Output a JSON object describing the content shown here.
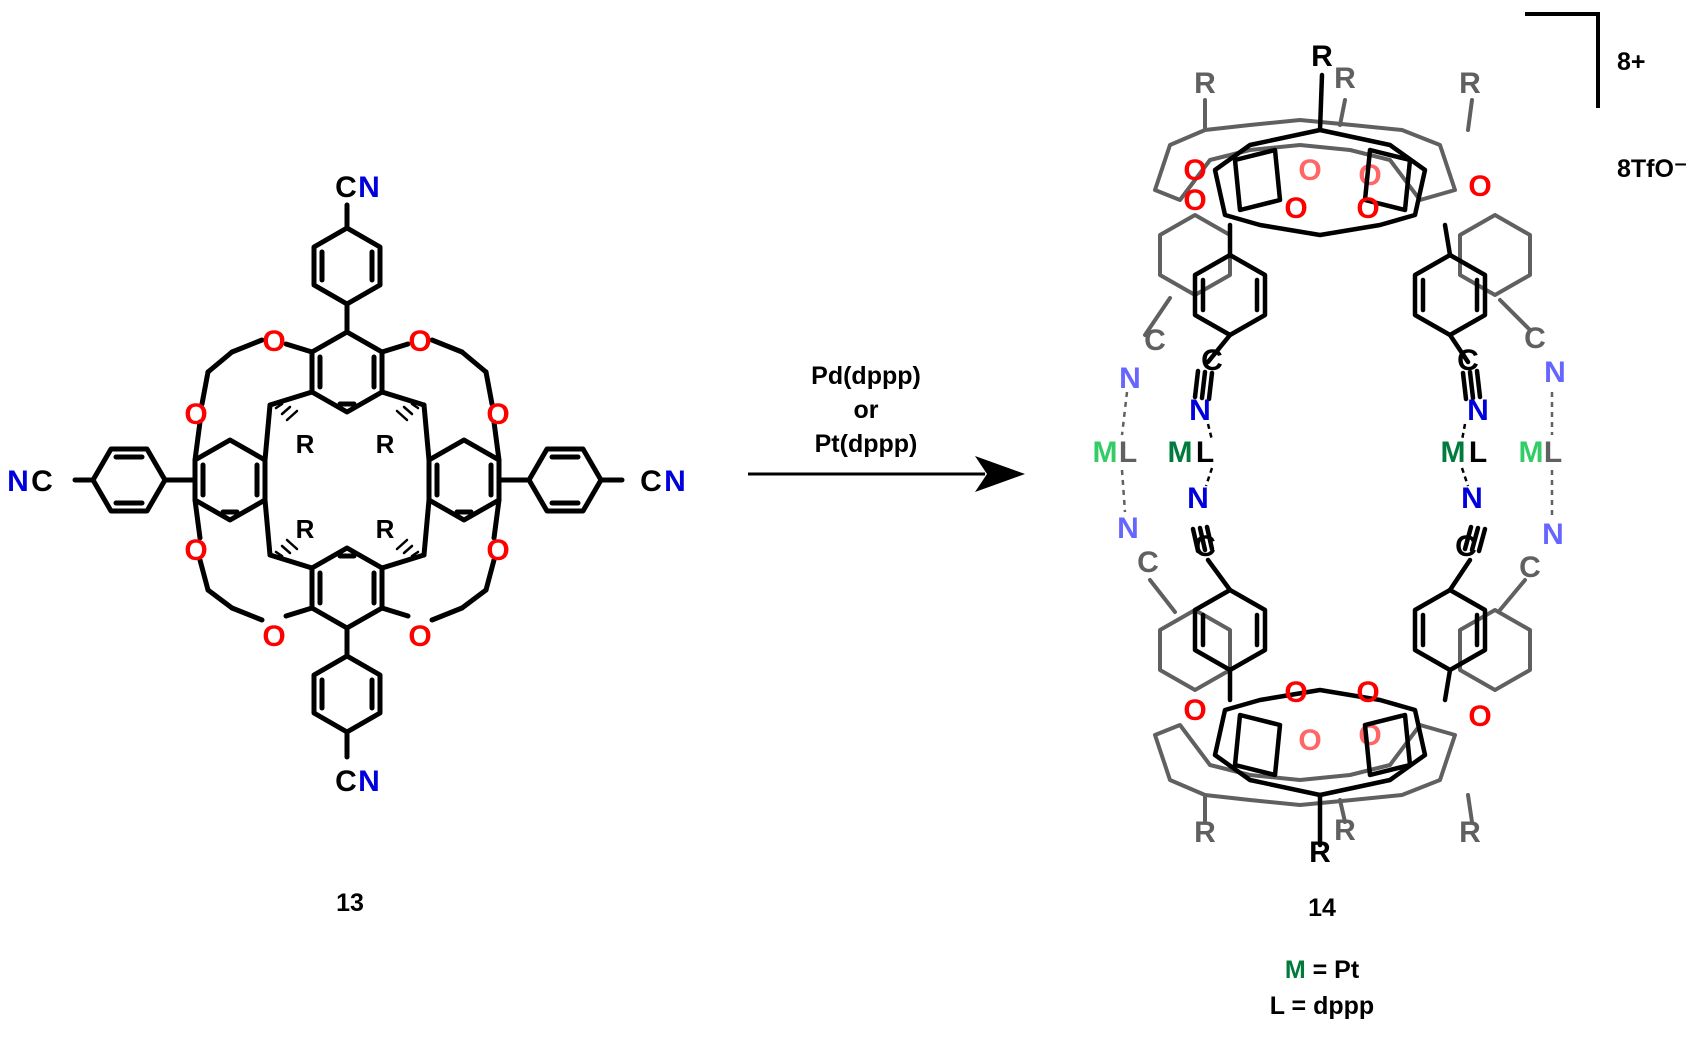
{
  "reaction": {
    "reagent_line1": "Pd(dppp)",
    "reagent_line2": "or",
    "reagent_line3": "Pt(dppp)"
  },
  "reactant": {
    "label": "13",
    "oxygen": "O",
    "r_group": "R",
    "nitrile_C": "C",
    "nitrile_N": "N",
    "nitrile_left": "NC",
    "nitrile_right_C": "C",
    "nitrile_right_N": "N"
  },
  "product": {
    "label": "14",
    "charge": "8+",
    "counterion": "8TfO⁻",
    "metal": "M",
    "ligand": "L",
    "nitrile_C": "C",
    "nitrile_N": "N",
    "oxygen": "O",
    "r_group": "R"
  },
  "legend": {
    "m_symbol": "M",
    "m_value": " = Pt",
    "l_line": "L = dppp"
  },
  "colors": {
    "bond": "#000000",
    "oxygen": "#ff0000",
    "oxygen_back": "#ff6666",
    "nitrogen": "#0000dd",
    "nitrogen_back": "#6666ff",
    "metal": "#007a3d",
    "metal_back": "#33cc66",
    "back_bond": "#606060"
  }
}
